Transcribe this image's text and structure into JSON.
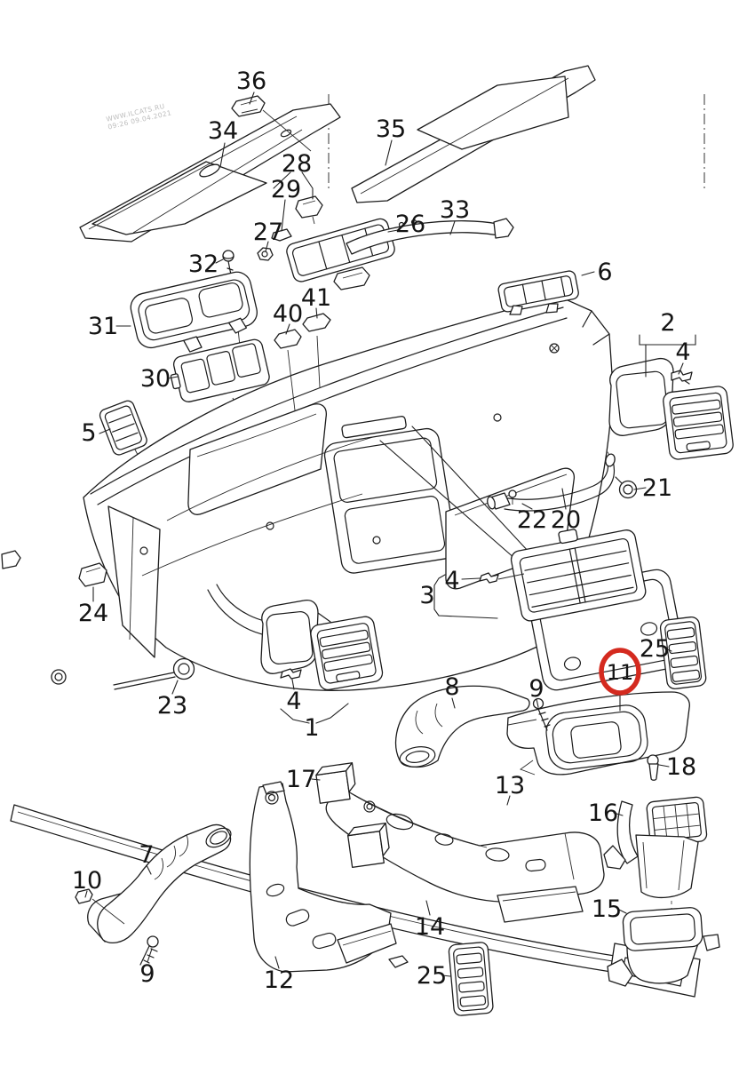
{
  "document": {
    "type": "exploded-parts-diagram",
    "subject": "dashboard / air ducts"
  },
  "watermark": {
    "line1": "WWW.ILCATS.RU",
    "line2": "09:26 09.04.2021"
  },
  "highlight": {
    "part": "11",
    "color": "#d42a1f"
  },
  "labels": {
    "1": "1",
    "2": "2",
    "3": "3",
    "4": "4",
    "5": "5",
    "6": "6",
    "7": "7",
    "8": "8",
    "9": "9",
    "10": "10",
    "11": "11",
    "12": "12",
    "13": "13",
    "14": "14",
    "15": "15",
    "16": "16",
    "17": "17",
    "18": "18",
    "20": "20",
    "21": "21",
    "22": "22",
    "23": "23",
    "24": "24",
    "25": "25",
    "26": "26",
    "27": "27",
    "28": "28",
    "29": "29",
    "30": "30",
    "31": "31",
    "32": "32",
    "33": "33",
    "34": "34",
    "35": "35",
    "36": "36",
    "40": "40",
    "41": "41"
  }
}
